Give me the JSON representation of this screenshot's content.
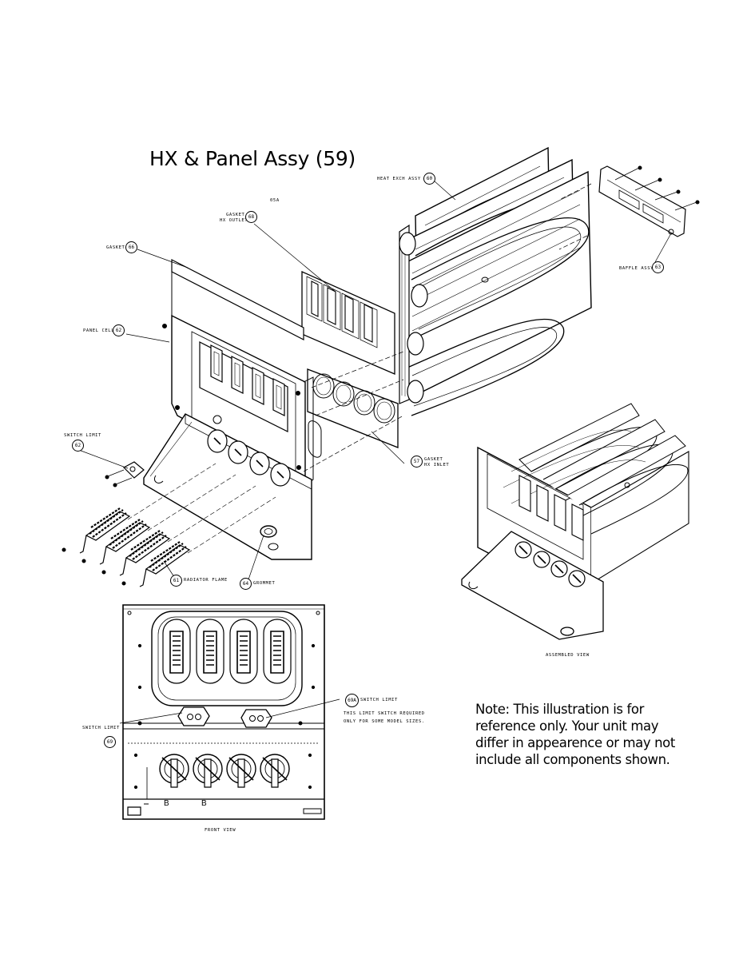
{
  "title": "HX & Panel Assy (59)",
  "note": {
    "lines": [
      "Note: This illustration is for",
      "reference only. Your unit may",
      "differ in appearence or may not",
      "include all components shown."
    ]
  },
  "labels": {
    "top_code": "05A",
    "heat_exch": {
      "text": "HEAT EXCH ASSY",
      "num": "60"
    },
    "gasket_hx_outlet": {
      "line1": "GASKET",
      "line2": "HX OUTLET",
      "num": "68"
    },
    "gasket": {
      "text": "GASKET",
      "num": "66"
    },
    "panel_cell": {
      "text": "PANEL CELL",
      "num": "62"
    },
    "baffle": {
      "text": "BAFFLE ASSY",
      "num": "63"
    },
    "switch_limit_left": {
      "line1": "SWITCH LIMIT",
      "num": "62"
    },
    "gasket_hx_inlet": {
      "line1": "GASKET",
      "line2": "HX INLET",
      "num": "57"
    },
    "radiator_flame": {
      "text": "RADIATOR FLAME",
      "num": "61"
    },
    "grommet": {
      "text": "GROMMET",
      "num": "64"
    },
    "assembled_view": "ASSEMBLED VIEW",
    "switch_limit_front": {
      "text": "SWITCH LIMIT",
      "num": "69"
    },
    "switch_limit_right": {
      "text": "SWITCH LIMIT",
      "num": "69A"
    },
    "limit_note_1": "THIS LIMIT SWITCH REQUIRED",
    "limit_note_2": "ONLY FOR SOME MODEL SIZES.",
    "front_view": "FRONT VIEW",
    "front_mark_1": "B",
    "front_mark_2": "B"
  }
}
